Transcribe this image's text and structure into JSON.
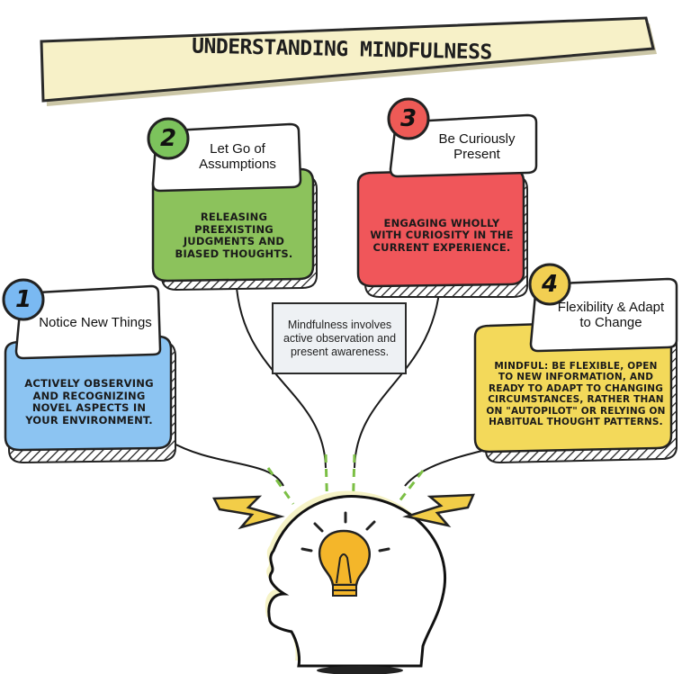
{
  "title": "UNDERSTANDING MINDFULNESS",
  "center_note": "Mindfulness involves active observation and present awareness.",
  "colors": {
    "banner": "#f7f1c8",
    "green": "#8cc25c",
    "red": "#f0565a",
    "blue": "#8cc4f2",
    "yellow": "#f3d95a",
    "number_green": "#7cc35c",
    "number_red": "#ee5a56",
    "number_blue": "#7ab9f2",
    "number_yellow": "#f2cf52",
    "bulb": "#f4b62a"
  },
  "steps": [
    {
      "number": "1",
      "label": "Notice New Things",
      "description": "Actively observing and recognizing novel aspects in your environment."
    },
    {
      "number": "2",
      "label": "Let Go of Assumptions",
      "description": "Releasing preexisting judgments and biased thoughts."
    },
    {
      "number": "3",
      "label": "Be Curiously Present",
      "description": "Engaging wholly with curiosity in the current experience."
    },
    {
      "number": "4",
      "label": "Flexibility & Adapt to Change",
      "description": "Mindful: Be flexible, open to new information, and ready to adapt to changing circumstances, rather than on \"autopilot\" or relying on habitual thought patterns."
    }
  ],
  "icons": [
    "lightbulb-icon",
    "lightning-bolt-icon",
    "head-profile-icon"
  ]
}
